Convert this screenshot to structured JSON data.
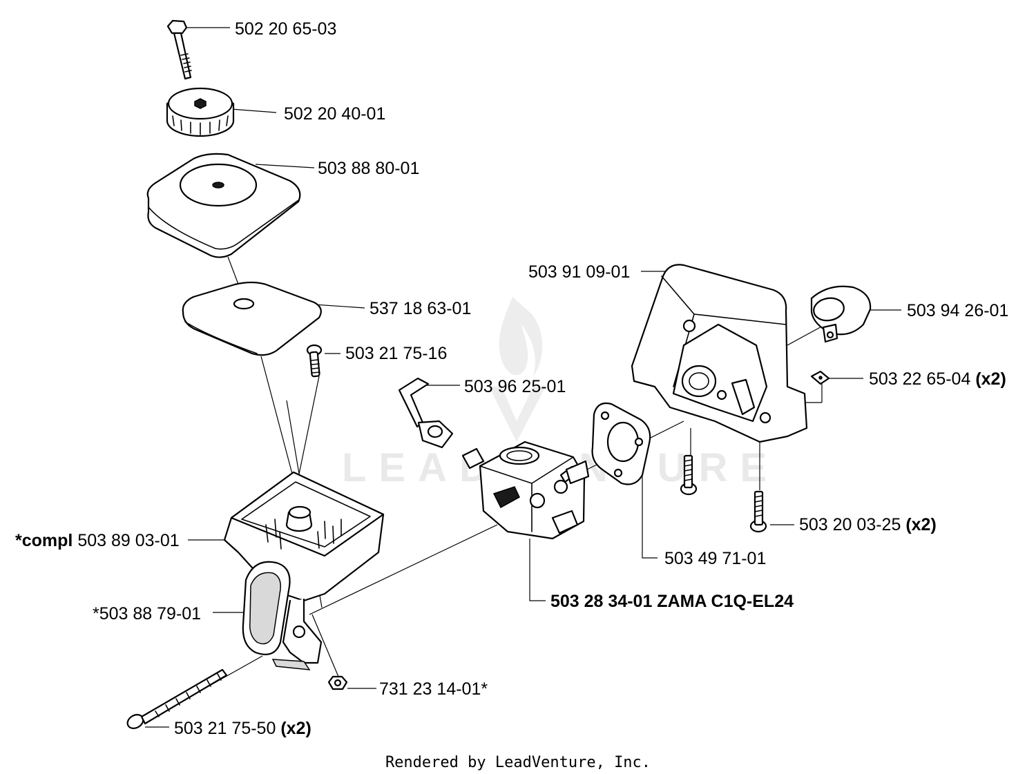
{
  "footer": {
    "text": "Rendered by LeadVenture, Inc."
  },
  "watermark": {
    "text": "LEADVENTURE"
  },
  "callouts": {
    "bolt_top": {
      "number": "502 20 65-03"
    },
    "knob": {
      "number": "502 20 40-01"
    },
    "filter_cover": {
      "number": "503 88 80-01"
    },
    "filter_element": {
      "number": "537 18 63-01"
    },
    "screw_small": {
      "number": "503 21 75-16"
    },
    "choke_lever": {
      "number": "503 96 25-01"
    },
    "housing_compl": {
      "prefix": "*compl",
      "number": "503 89 03-01"
    },
    "choke_button": {
      "number": "*503 88 79-01"
    },
    "nut": {
      "number": "731 23 14-01*"
    },
    "bolt_long": {
      "number": "503 21 75-50",
      "qty": "(x2)"
    },
    "carburetor": {
      "number": "503 28 34-01 ZAMA C1Q-EL24"
    },
    "gasket": {
      "number": "503 49 71-01"
    },
    "intake_elbow": {
      "number": "503 91 09-01"
    },
    "sleeve": {
      "number": "503 94 26-01"
    },
    "square_nut": {
      "number": "503 22 65-04",
      "qty": "(x2)"
    },
    "screw_pair": {
      "number": "503 20 03-25",
      "qty": "(x2)"
    }
  }
}
